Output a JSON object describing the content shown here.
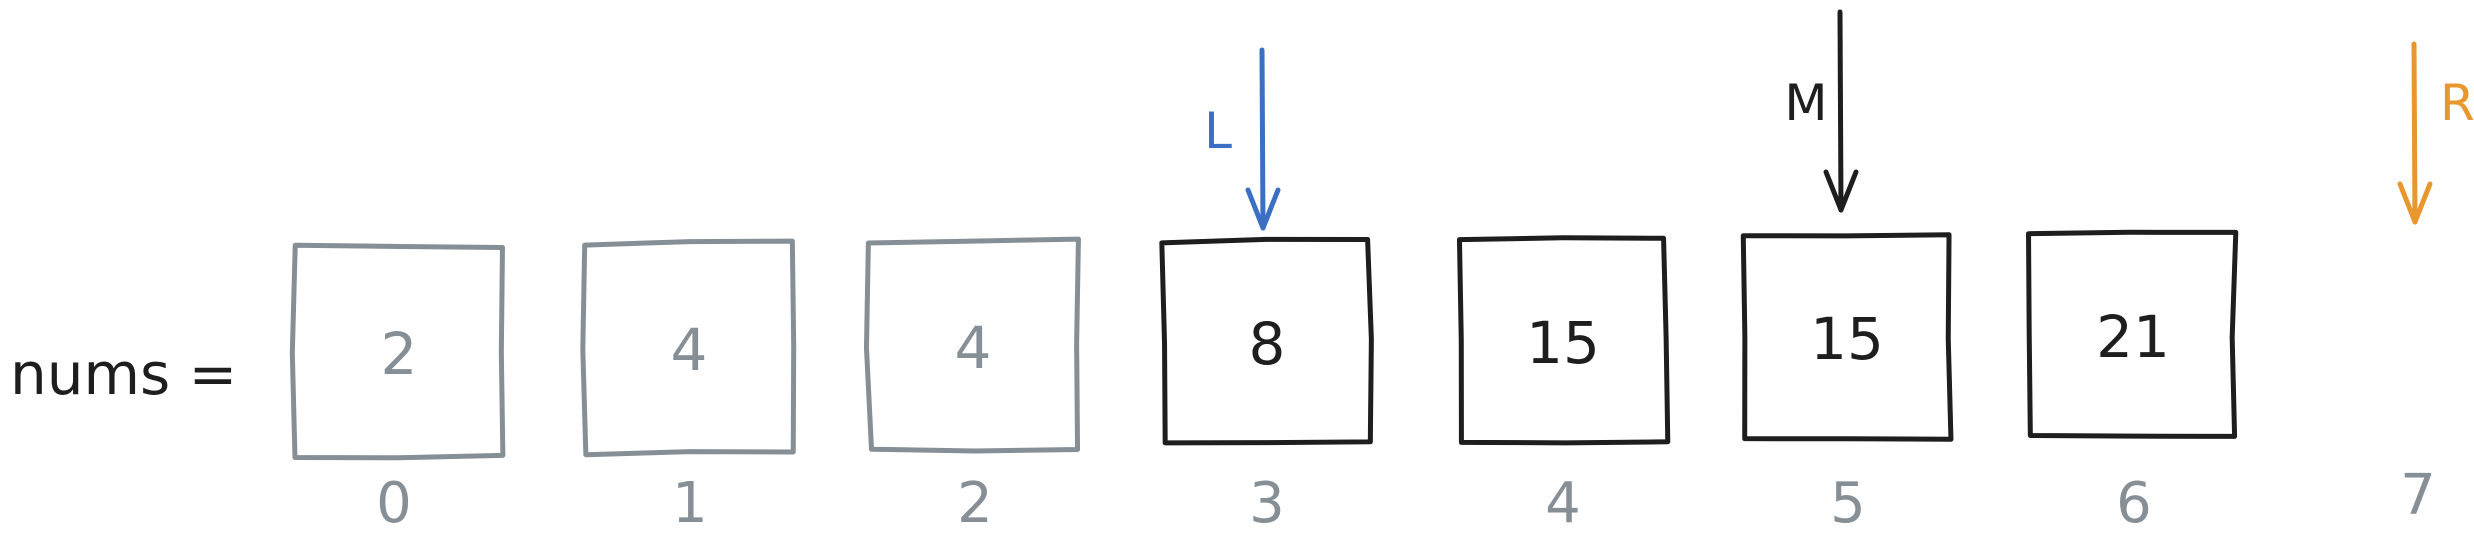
{
  "array_label": "nums =",
  "cells": [
    {
      "value": "2",
      "index": "0",
      "state": "excluded"
    },
    {
      "value": "4",
      "index": "1",
      "state": "excluded"
    },
    {
      "value": "4",
      "index": "2",
      "state": "excluded"
    },
    {
      "value": "8",
      "index": "3",
      "state": "active"
    },
    {
      "value": "15",
      "index": "4",
      "state": "active"
    },
    {
      "value": "15",
      "index": "5",
      "state": "active"
    },
    {
      "value": "21",
      "index": "6",
      "state": "active"
    }
  ],
  "trailing_index": "7",
  "pointers": [
    {
      "label": "L",
      "target_index": 3,
      "color": "#3b6fc4"
    },
    {
      "label": "M",
      "target_index": 5,
      "color": "#1e1e1e"
    },
    {
      "label": "R",
      "target_index": 7,
      "color": "#e8962e"
    }
  ],
  "colors": {
    "active": "#1e1e1e",
    "excluded": "#868e96",
    "index": "#868e96"
  }
}
